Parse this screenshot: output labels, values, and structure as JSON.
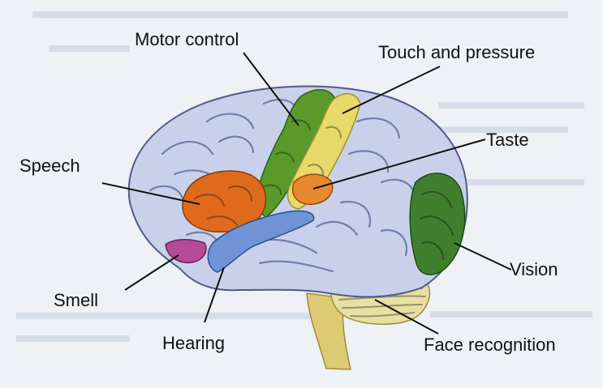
{
  "labels": {
    "motor_control": "Motor control",
    "touch_and_pressure": "Touch and pressure",
    "taste": "Taste",
    "speech": "Speech",
    "vision": "Vision",
    "smell": "Smell",
    "hearing": "Hearing",
    "face_recognition": "Face recognition"
  },
  "colors": {
    "background": "#eef1f6",
    "cortex": "#c9d1ea",
    "motor_control": "#5a9a2b",
    "touch_and_pressure": "#e9d86a",
    "taste": "#e8892d",
    "speech": "#e06a1c",
    "vision": "#3f7f2e",
    "smell": "#b64a97",
    "hearing": "#6f93d6",
    "cerebellum": "#e8dfa2",
    "brain_stem": "#dccb72",
    "label_text": "#111111"
  }
}
